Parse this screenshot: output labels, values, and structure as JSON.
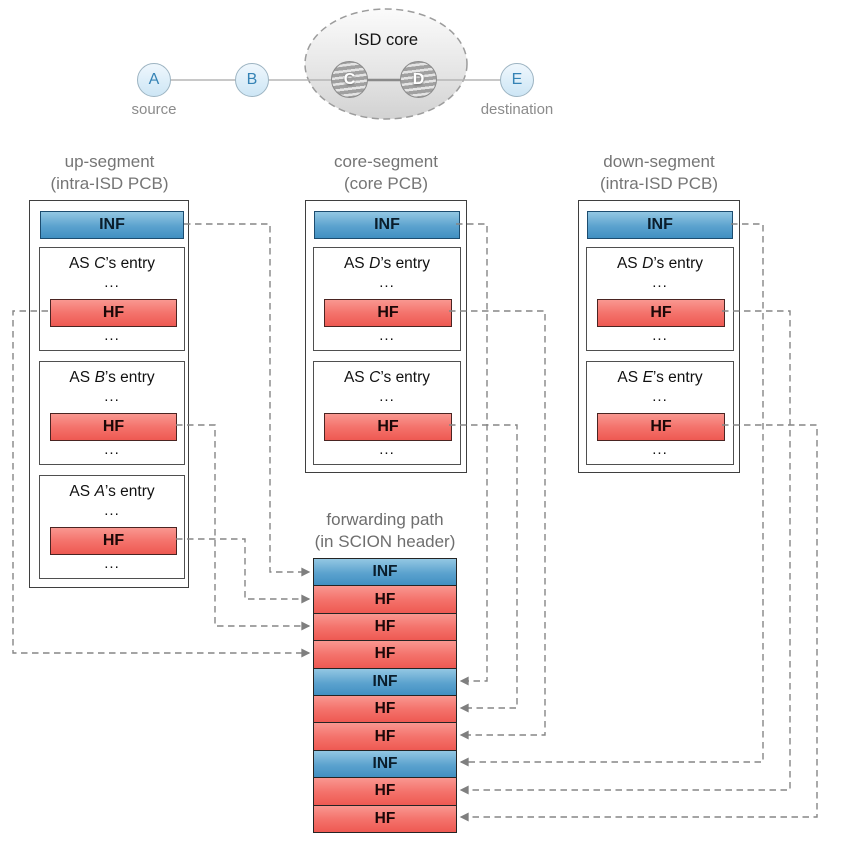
{
  "topology": {
    "core_label": "ISD core",
    "source_caption": "source",
    "destination_caption": "destination",
    "nodes": [
      {
        "label": "A",
        "role": "source"
      },
      {
        "label": "B",
        "role": "transit"
      },
      {
        "label": "C",
        "role": "core"
      },
      {
        "label": "D",
        "role": "core"
      },
      {
        "label": "E",
        "role": "destination"
      }
    ]
  },
  "segments": [
    {
      "title": "up-segment",
      "subtitle": "(intra-ISD PCB)",
      "inf_label": "INF",
      "entries": [
        {
          "as_prefix": "AS",
          "as_letter": "C",
          "as_suffix": "’s entry",
          "dots": "...",
          "hf_label": "HF"
        },
        {
          "as_prefix": "AS",
          "as_letter": "B",
          "as_suffix": "’s entry",
          "dots": "...",
          "hf_label": "HF"
        },
        {
          "as_prefix": "AS",
          "as_letter": "A",
          "as_suffix": "’s entry",
          "dots": "...",
          "hf_label": "HF"
        }
      ]
    },
    {
      "title": "core-segment",
      "subtitle": "(core PCB)",
      "inf_label": "INF",
      "entries": [
        {
          "as_prefix": "AS",
          "as_letter": "D",
          "as_suffix": "’s entry",
          "dots": "...",
          "hf_label": "HF"
        },
        {
          "as_prefix": "AS",
          "as_letter": "C",
          "as_suffix": "’s entry",
          "dots": "...",
          "hf_label": "HF"
        }
      ]
    },
    {
      "title": "down-segment",
      "subtitle": "(intra-ISD PCB)",
      "inf_label": "INF",
      "entries": [
        {
          "as_prefix": "AS",
          "as_letter": "D",
          "as_suffix": "’s entry",
          "dots": "...",
          "hf_label": "HF"
        },
        {
          "as_prefix": "AS",
          "as_letter": "E",
          "as_suffix": "’s entry",
          "dots": "...",
          "hf_label": "HF"
        }
      ]
    }
  ],
  "forwarding_path": {
    "title": "forwarding path",
    "subtitle": "(in SCION header)",
    "rows": [
      {
        "type": "inf",
        "label": "INF"
      },
      {
        "type": "hf",
        "label": "HF"
      },
      {
        "type": "hf",
        "label": "HF"
      },
      {
        "type": "hf",
        "label": "HF"
      },
      {
        "type": "inf",
        "label": "INF"
      },
      {
        "type": "hf",
        "label": "HF"
      },
      {
        "type": "hf",
        "label": "HF"
      },
      {
        "type": "inf",
        "label": "INF"
      },
      {
        "type": "hf",
        "label": "HF"
      },
      {
        "type": "hf",
        "label": "HF"
      }
    ]
  },
  "colors": {
    "inf_blue": "#4f9bca",
    "hf_red": "#f4736c",
    "node_fill": "#d9ecf8",
    "node_text": "#3583b5",
    "connector_gray": "#858585"
  }
}
